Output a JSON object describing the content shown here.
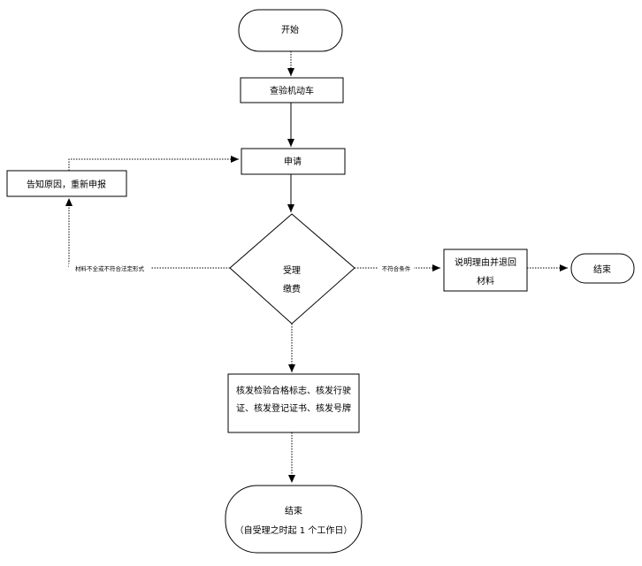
{
  "nodes": {
    "start": "开始",
    "inspect": "查验机动车",
    "apply": "申请",
    "notify": "告知原因，重新申报",
    "decision_line1": "受理",
    "decision_line2": "缴费",
    "explain_line1": "说明理由并退回",
    "explain_line2": "材料",
    "end_right": "结束",
    "issue_line1": "核发检验合格标志、核发行驶",
    "issue_line2": "证、核发登记证书、核发号牌",
    "end_bottom_line1": "结束",
    "end_bottom_line2": "（自受理之时起 1 个工作日）"
  },
  "edges": {
    "incomplete_label": "材料不全或不符合法定形式",
    "not_qualified_label": "不符合条件"
  }
}
